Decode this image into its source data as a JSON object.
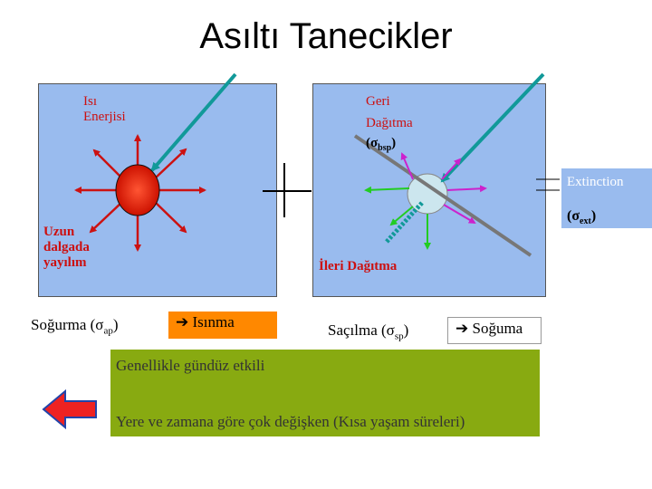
{
  "title": "Asıltı Tanecikler",
  "left_panel": {
    "heat_label": "Isı\nEnerjisi",
    "longwave_label": "Uzun\ndalgada\nyayılım"
  },
  "right_panel": {
    "back_label_1": "Geri",
    "back_label_2": "Dağıtma",
    "back_sigma": "(σ",
    "back_sub": "bsp",
    "back_close": ")",
    "forward_label": "İleri Dağıtma"
  },
  "extinction": {
    "label": "Extinction",
    "sigma": "(σ",
    "sub": "ext",
    "close": ")"
  },
  "absorption": {
    "text": "Soğurma (σ",
    "sub": "ap",
    "close": ")"
  },
  "warming": {
    "text": "➔ Isınma",
    "color": "#ff8800"
  },
  "scattering": {
    "text": "Saçılma (σ",
    "sub": "sp",
    "close": ")"
  },
  "cooling": {
    "text": "➔ Soğuma"
  },
  "summary": {
    "line1": "Genellikle gündüz etkili",
    "line2": "Yere ve zamana göre çok değişken (Kısa yaşam süreleri)",
    "color": "#88aa11"
  },
  "arrow_icon": "left-arrow-icon",
  "colors": {
    "panel": "#99bbee",
    "particle": "#ee2211",
    "scatter_particle": "#cce6ee"
  }
}
